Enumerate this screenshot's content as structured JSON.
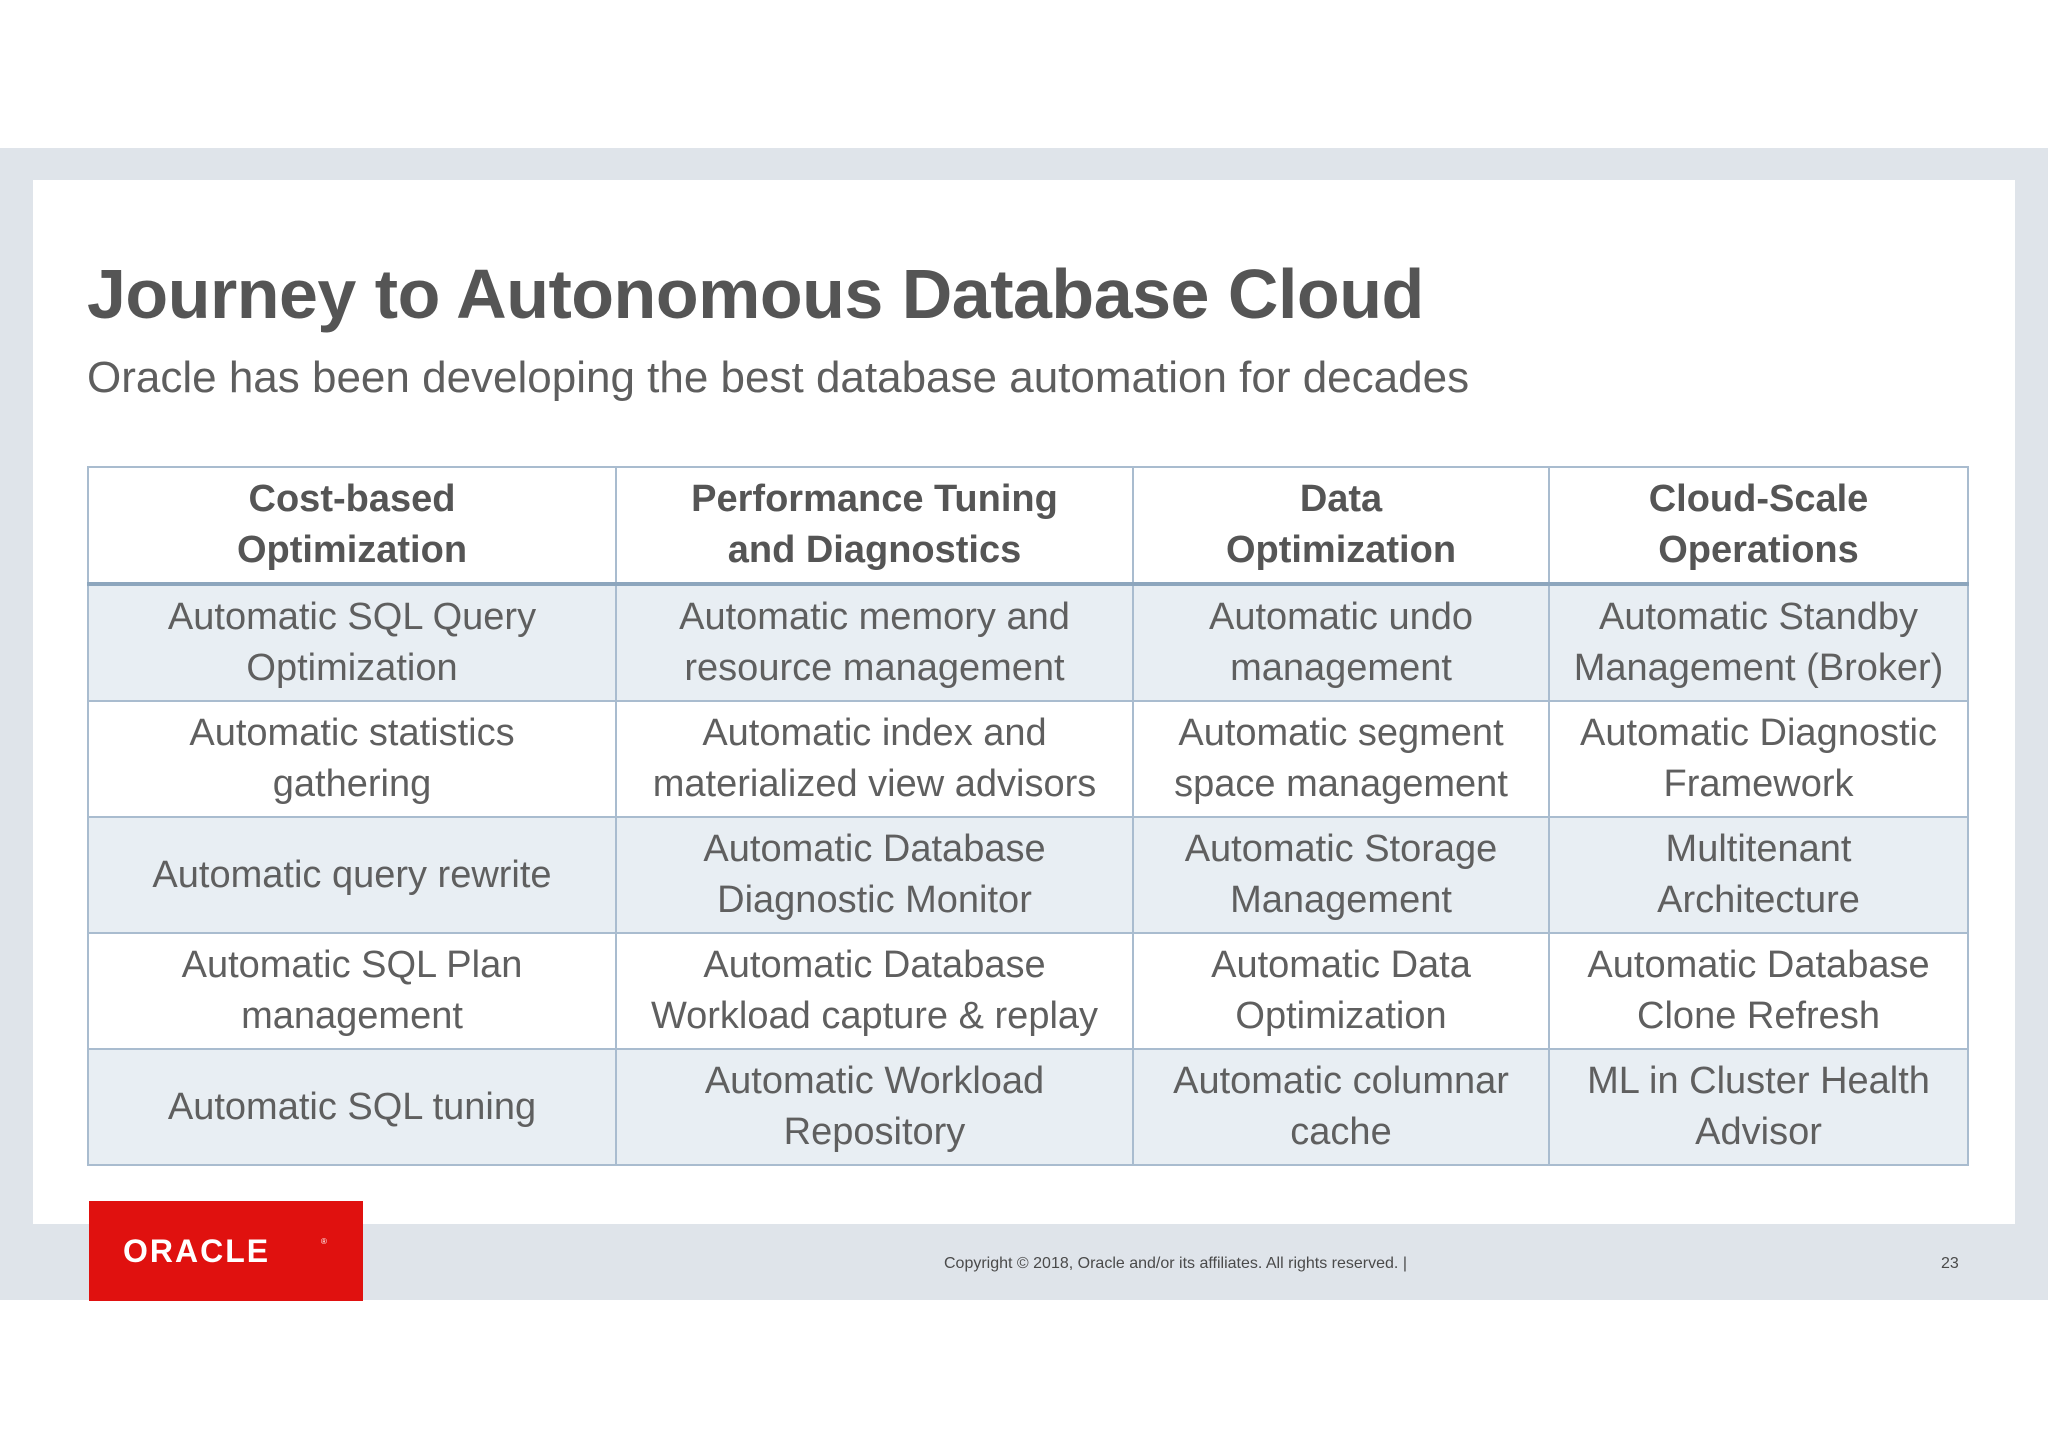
{
  "slide": {
    "title": "Journey to Autonomous Database Cloud",
    "subtitle": "Oracle has been developing the best database automation for decades"
  },
  "table": {
    "headers": [
      [
        "Cost-based",
        "Optimization"
      ],
      [
        "Performance Tuning",
        "and Diagnostics"
      ],
      [
        "Data",
        "Optimization"
      ],
      [
        "Cloud-Scale",
        "Operations"
      ]
    ],
    "rows": [
      [
        [
          "Automatic SQL Query",
          "Optimization"
        ],
        [
          "Automatic memory and",
          "resource management"
        ],
        [
          "Automatic undo",
          "management"
        ],
        [
          "Automatic Standby",
          "Management (Broker)"
        ]
      ],
      [
        [
          "Automatic statistics",
          "gathering"
        ],
        [
          "Automatic index and",
          "materialized view advisors"
        ],
        [
          "Automatic segment",
          "space management"
        ],
        [
          "Automatic Diagnostic",
          "Framework"
        ]
      ],
      [
        [
          "Automatic query rewrite",
          ""
        ],
        [
          "Automatic Database",
          "Diagnostic Monitor"
        ],
        [
          "Automatic Storage",
          "Management"
        ],
        [
          "Multitenant",
          "Architecture"
        ]
      ],
      [
        [
          "Automatic SQL Plan",
          "management"
        ],
        [
          "Automatic Database",
          "Workload capture & replay"
        ],
        [
          "Automatic Data",
          "Optimization"
        ],
        [
          "Automatic Database",
          "Clone Refresh"
        ]
      ],
      [
        [
          "Automatic SQL tuning",
          ""
        ],
        [
          "Automatic Workload",
          "Repository"
        ],
        [
          "Automatic columnar",
          "cache"
        ],
        [
          "ML in Cluster Health",
          "Advisor"
        ]
      ]
    ]
  },
  "footer": {
    "logo_text": "ORACLE",
    "copyright": "Copyright © 2018, Oracle and/or its affiliates. All rights reserved.  |",
    "page_number": "23"
  },
  "colors": {
    "brand_red": "#e0110f",
    "frame_gray": "#dfe4ea",
    "row_shade": "#e8eef3",
    "grid_line": "#a9bccf"
  }
}
